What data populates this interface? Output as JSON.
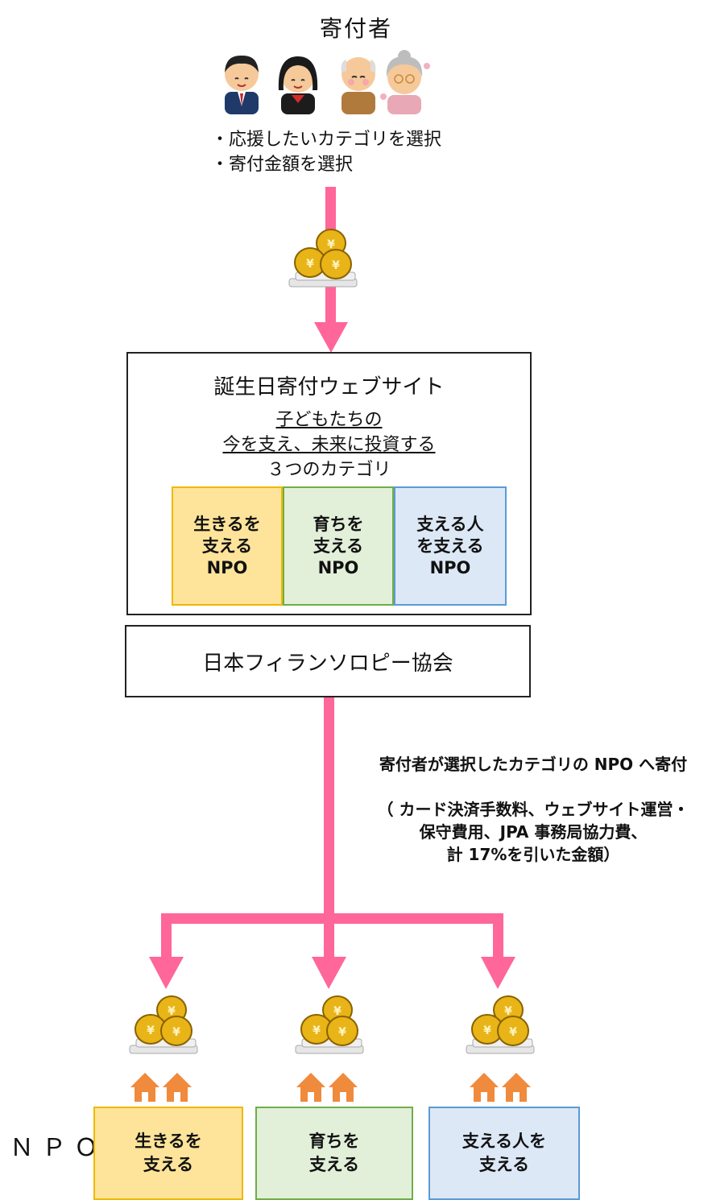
{
  "donor": {
    "title": "寄付者",
    "steps": [
      "・応援したいカテゴリを選択",
      "・寄付金額を選択"
    ]
  },
  "website": {
    "title": "誕生日寄付ウェブサイト",
    "concept_line1": "子どもたちの",
    "concept_line2": "今を支え、未来に投資する",
    "concept_line3": "３つのカテゴリ",
    "categories": [
      {
        "label": "生きるを\n支える\nNPO",
        "fill": "#fde49a",
        "border": "#f0b800"
      },
      {
        "label": "育ちを\n支える\nNPO",
        "fill": "#e2efd9",
        "border": "#70ad47"
      },
      {
        "label": "支える人\nを支える\nNPO",
        "fill": "#dde8f6",
        "border": "#5b9bd5"
      }
    ]
  },
  "organization": {
    "name": "日本フィランソロピー協会"
  },
  "flow_note": {
    "line1": "寄付者が選択したカテゴリの NPO へ寄付",
    "line2": "（ カード決済手数料、ウェブサイト運営・",
    "line3": "保守費用、JPA 事務局協力費、",
    "line4": "計 17%を引いた金額）"
  },
  "npo": {
    "label": "ＮＰＯ",
    "boxes": [
      {
        "label": "生きるを\n支える",
        "fill": "#fde49a",
        "border": "#f0b800"
      },
      {
        "label": "育ちを\n支える",
        "fill": "#e2efd9",
        "border": "#70ad47"
      },
      {
        "label": "支える人を\n支える",
        "fill": "#dde8f6",
        "border": "#5b9bd5"
      }
    ]
  },
  "colors": {
    "arrow": "#ff6699",
    "house": "#f08a3c",
    "money_bag": "#e8b417"
  }
}
